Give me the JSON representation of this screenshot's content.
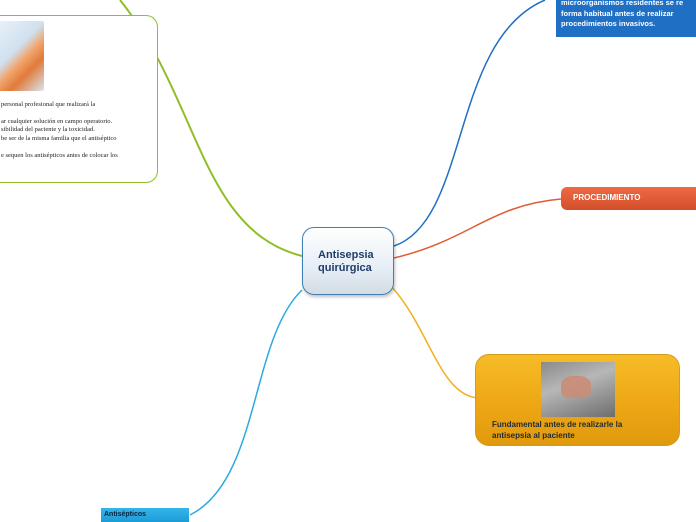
{
  "central": {
    "title_line1": "Antisepsia",
    "title_line2": "quirúrgica"
  },
  "notes": {
    "green": {
      "lines": [
        "personal profesional que realizará la",
        "ar cualquier solución en campo operatorio.",
        "sibilidad del paciente y la toxicidad.",
        "be ser de la misma familia que el antiséptico",
        "e sequen los antisépticos antes de colocar los"
      ]
    },
    "blue": {
      "lines": [
        "microorganismos residentes se re",
        "forma habitual antes de realizar",
        "procedimientos invasivos."
      ]
    },
    "fundamental": {
      "caption_line1": "Fundamental antes de realizarle la",
      "caption_line2": "antisepsia al paciente"
    }
  },
  "branches": {
    "procedimiento": "PROCEDIMIENTO",
    "antisepticos": "Antisépticos"
  },
  "colors": {
    "green_branch": "#8fbf27",
    "blue_branch": "#1f6fc4",
    "orange_branch": "#e05a34",
    "yellow_branch": "#f1b120",
    "cyan_branch": "#2aa9e0",
    "central_border": "#3f7fb5"
  },
  "icons": [
    "surgical-prep-photo",
    "hand-washing-photo"
  ]
}
